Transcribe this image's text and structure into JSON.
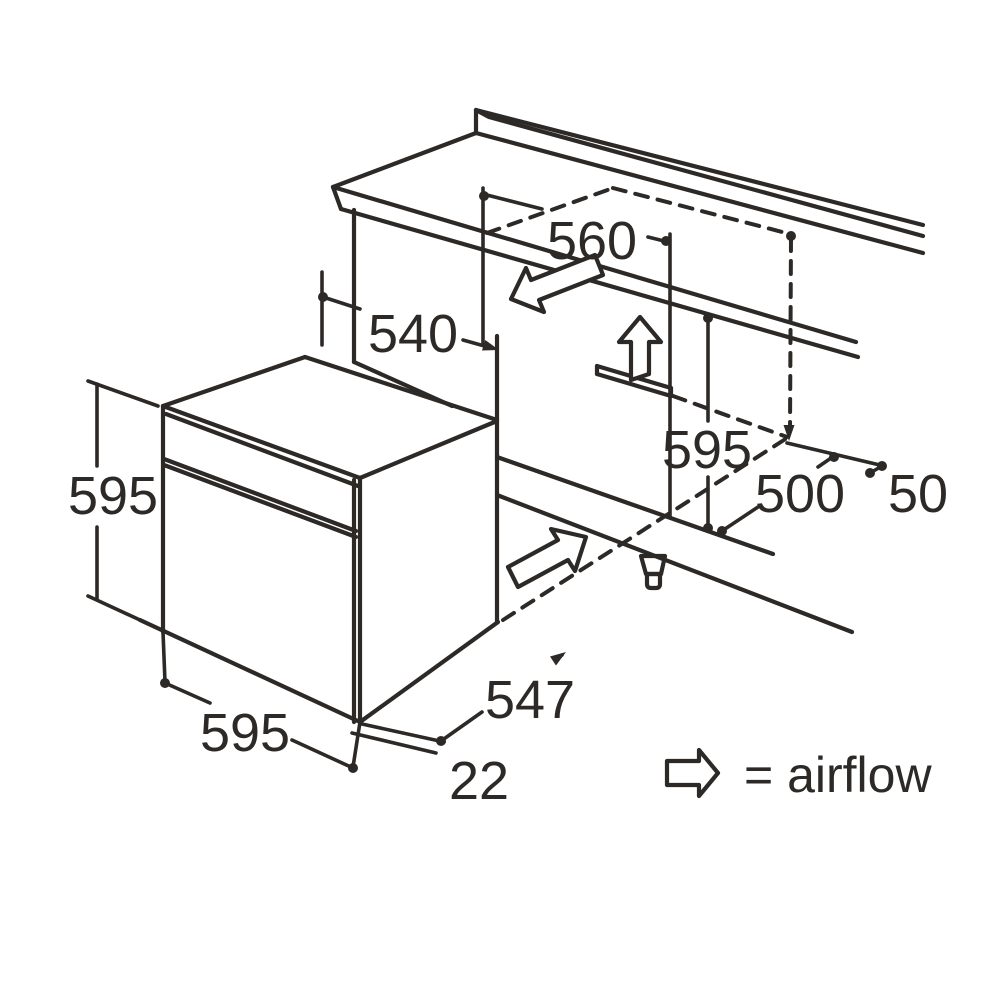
{
  "diagram": {
    "title": "built-in oven installation dimensions",
    "background_color": "#ffffff",
    "line_color": "#2d2926",
    "unit": "mm",
    "dimensions": {
      "niche_width_top": "560",
      "niche_inner_width": "540",
      "niche_height": "595",
      "niche_floor_depth": "500",
      "rear_clearance": "50",
      "oven_height": "595",
      "oven_width": "595",
      "oven_depth": "547",
      "door_projection": "22"
    },
    "legend": {
      "label": "= airflow"
    }
  }
}
